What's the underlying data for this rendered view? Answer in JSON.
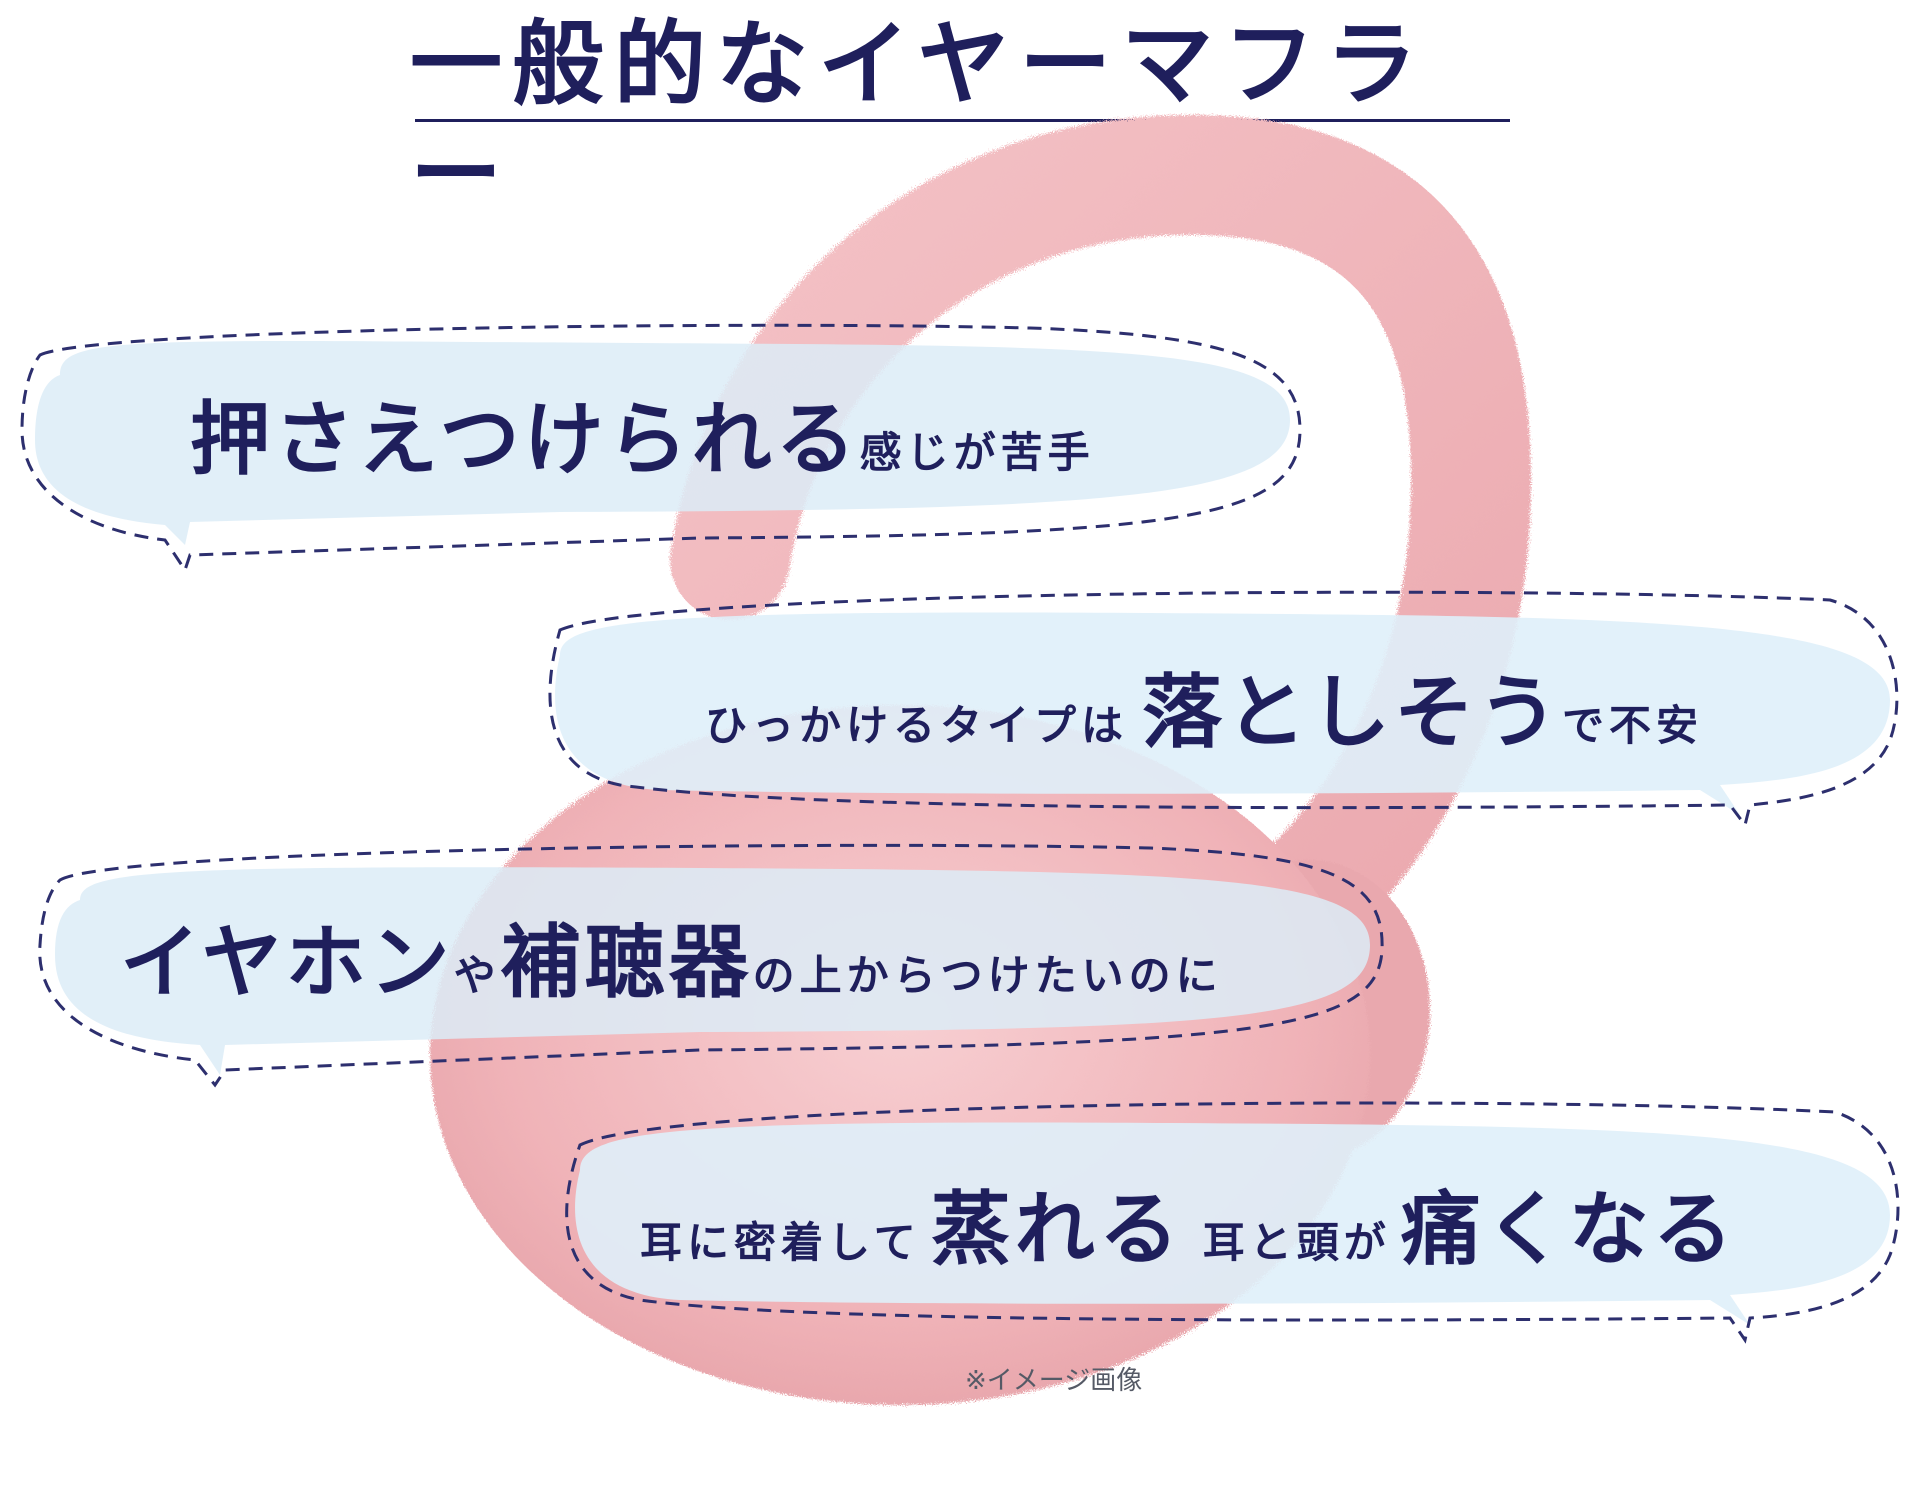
{
  "title": "一般的なイヤーマフラー",
  "bubbles": [
    {
      "big": "押さえつけられる",
      "small": "感じが苦手"
    },
    {
      "small_a": "ひっかけるタイプは",
      "big": "落としそう",
      "small_b": "で不安"
    },
    {
      "big": "イヤホン",
      "small": "や",
      "big2": "補聴器",
      "small2": "の上からつけたいのに"
    },
    {
      "small_a": "耳に密着して",
      "big": "蒸れる",
      "small_b": "耳と頭が",
      "big2": "痛くなる"
    }
  ],
  "caption": "※イメージ画像",
  "colors": {
    "text": "#1f1f5c",
    "bubble_fill": "#dcecf7",
    "bubble_dash": "#2d2f6e",
    "earmuff": "#f2b8bd"
  },
  "icons": [
    "pink-earmuff-image"
  ]
}
